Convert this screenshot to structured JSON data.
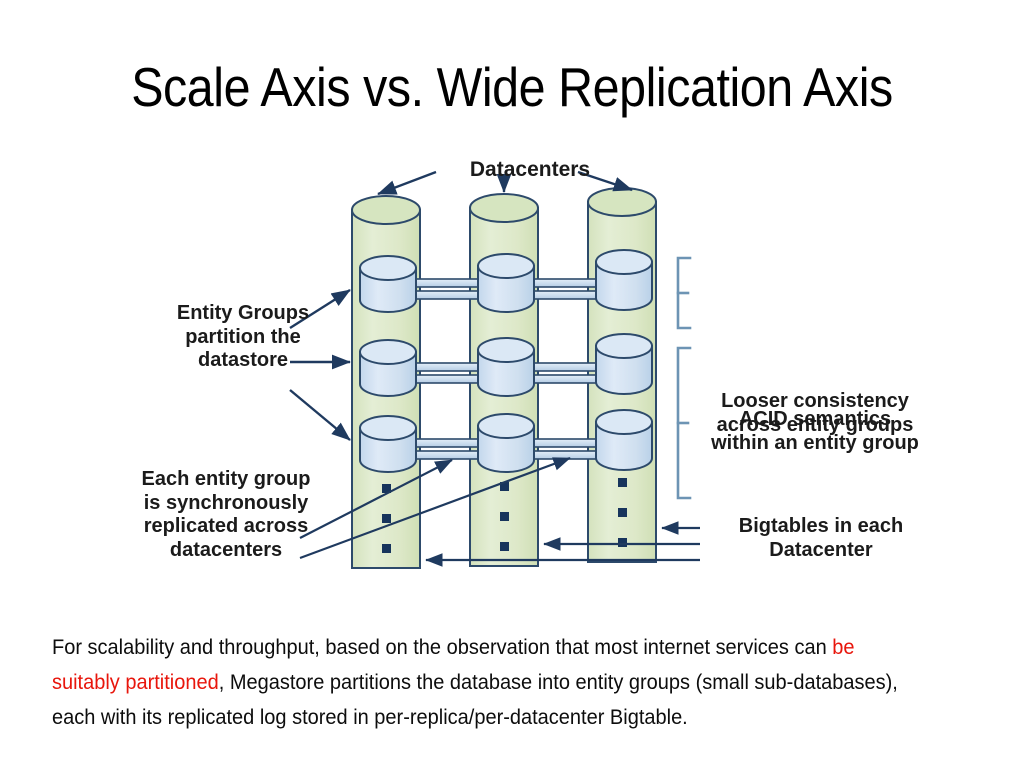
{
  "slide": {
    "title": "Scale Axis vs. Wide Replication Axis"
  },
  "diagram": {
    "labels": {
      "datacenters": "Datacenters",
      "acid": "ACID semantics\nwithin an entity group",
      "looser": "Looser consistency\nacross entity groups",
      "bigtables": "Bigtables in each\nDatacenter",
      "entity_groups": "Entity Groups\npartition the\ndatastore",
      "each_entity_group": "Each entity group\nis synchronously\nreplicated across\ndatacenters"
    },
    "colors": {
      "datacenter_fill": "#dde8c8",
      "datacenter_top_fill": "#d6e5c0",
      "bigtable_fill": "#cfdfef",
      "bigtable_top_fill": "#dbe8f5",
      "outline": "#2d4a6b",
      "arrow": "#1f3a5f",
      "bracket": "#6d94b4",
      "dot": "#17345c"
    },
    "structure": {
      "datacenter_count": 3,
      "entity_group_rows": 3,
      "ellipsis_dots_per_column": 3
    }
  },
  "body": {
    "part1": "For scalability and throughput, based on the observation that most internet services can ",
    "highlight": "be suitably partitioned",
    "part2": ", Megastore partitions the database into entity groups (small sub-databases), each with its replicated log stored in per-replica/per-datacenter Bigtable."
  }
}
